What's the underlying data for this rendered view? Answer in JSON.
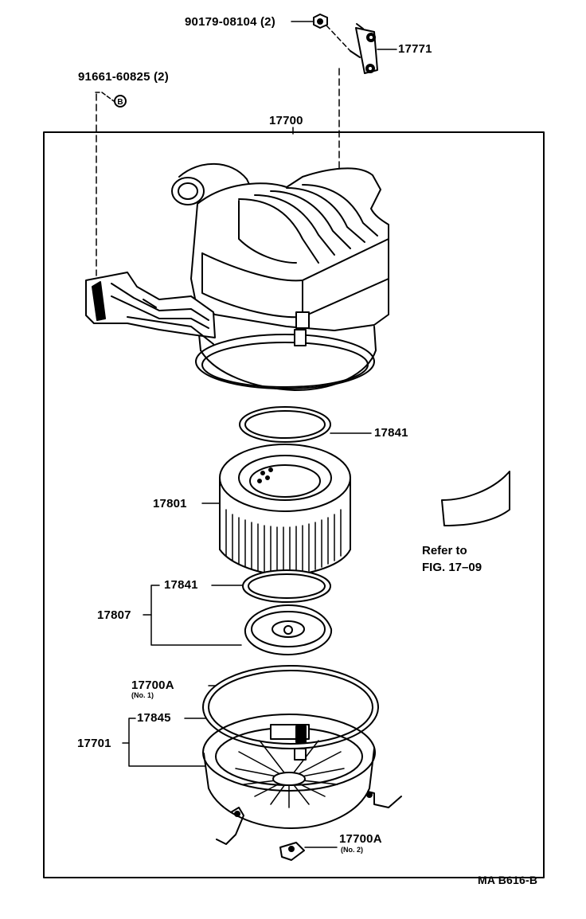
{
  "labels": {
    "nut": "90179-08104 (2)",
    "bolt": "91661-60825 (2)",
    "bracket": "17771",
    "assembly": "17700",
    "gasket_upper": "17841",
    "element": "17801",
    "gasket_lower": "17841",
    "cap_assy": "17807",
    "clamp_1": "17700A",
    "clamp_1_note": "(No. 1)",
    "case_assy": "17701",
    "seal": "17845",
    "clamp_2": "17700A",
    "clamp_2_note": "(No. 2)",
    "footer": "MA B616-B"
  },
  "reference": {
    "line1": "Refer to",
    "line2": "FIG. 17–09"
  },
  "icons": {
    "bolt_marker": "B"
  }
}
